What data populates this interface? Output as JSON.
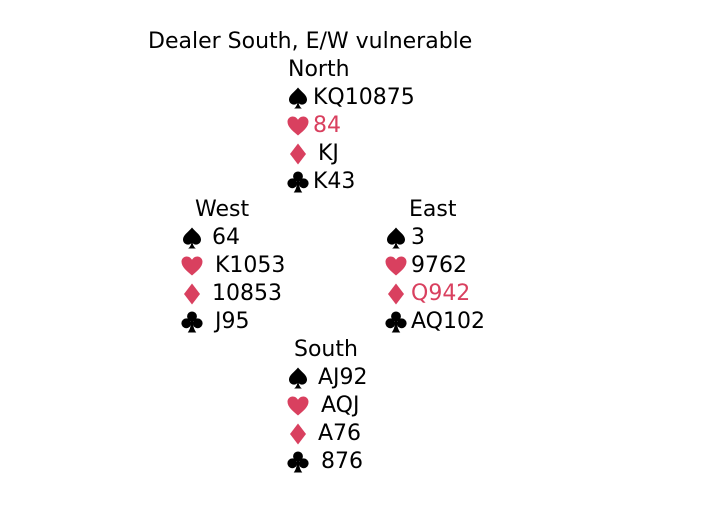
{
  "caption": "Dealer South, E/W vulnerable",
  "colors": {
    "black_suit": "#000000",
    "red_suit": "#d9405f",
    "highlight_text": "#d9405f"
  },
  "icons": {
    "spades": "spade-icon",
    "hearts": "heart-icon",
    "diamonds": "diamond-icon",
    "clubs": "club-icon"
  },
  "hands": {
    "north": {
      "name": "North",
      "spades": "KQ10875",
      "hearts": "84",
      "diamonds": "KJ",
      "clubs": "K43"
    },
    "west": {
      "name": "West",
      "spades": "64",
      "hearts": "K1053",
      "diamonds": "10853",
      "clubs": "J95"
    },
    "east": {
      "name": "East",
      "spades": "3",
      "hearts": "9762",
      "diamonds": "Q942",
      "clubs": "AQ102"
    },
    "south": {
      "name": "South",
      "spades": "AJ92",
      "hearts": "AQJ",
      "diamonds": "A76",
      "clubs": "876"
    }
  }
}
